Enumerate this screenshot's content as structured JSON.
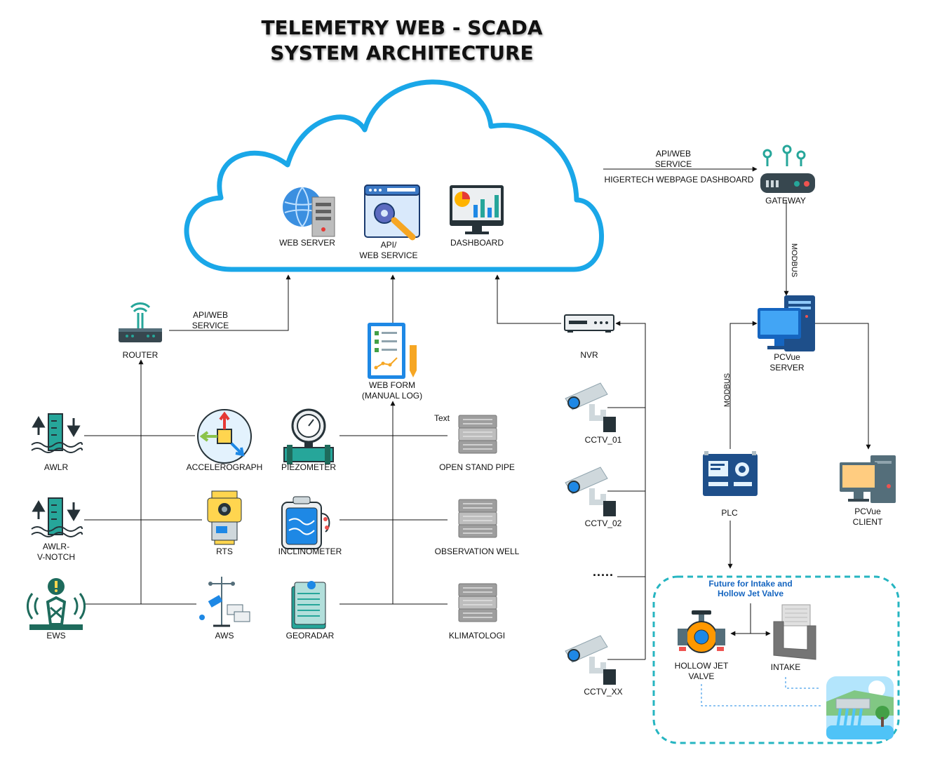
{
  "title": {
    "line1": "TELEMETRY WEB - SCADA",
    "line2": "SYSTEM ARCHITECTURE"
  },
  "cloud": {
    "web_server": "WEB SERVER",
    "api_web_service": "API/\nWEB SERVICE",
    "dashboard": "DASHBOARD"
  },
  "gateway_link": {
    "api_label": "API/WEB\nSERVICE",
    "dashboard_label": "HIGERTECH WEBPAGE DASHBOARD"
  },
  "nodes": {
    "gateway": "GATEWAY",
    "modbus_gateway": "MODBUS",
    "pcvue_server": "PCVue\nSERVER",
    "modbus_plc": "MODBUS",
    "plc": "PLC",
    "pcvue_client": "PCVue\nCLIENT",
    "router": "ROUTER",
    "router_link": "API/WEB\nSERVICE",
    "web_form": "WEB FORM\n(MANUAL LOG)",
    "nvr": "NVR",
    "cctv_01": "CCTV_01",
    "cctv_02": "CCTV_02",
    "cctv_xx": "CCTV_XX",
    "ellipsis": ".....",
    "awlr": "AWLR",
    "awlr_vnotch": "AWLR-\nV-NOTCH",
    "ews": "EWS",
    "accelerograph": "ACCELEROGRAPH",
    "rts": "RTS",
    "aws": "AWS",
    "piezometer": "PIEZOMETER",
    "inclinometer": "INCLINOMETER",
    "georadar": "GEORADAR",
    "open_stand_pipe": "OPEN STAND PIPE",
    "observation_well": "OBSERVATION WELL",
    "klimatologi": "KLIMATOLOGI",
    "text_placeholder": "Text"
  },
  "future": {
    "title": "Future for Intake and\nHollow Jet Valve",
    "hollow_jet_valve": "HOLLOW JET\nVALVE",
    "intake": "INTAKE"
  },
  "colors": {
    "cloud_stroke": "#1aa7e8",
    "future_border": "#26b5c1",
    "future_title": "#1565c0",
    "ews_green": "#1e6b5c",
    "icon_blue": "#1e88e5",
    "icon_grey": "#9e9e9e"
  }
}
